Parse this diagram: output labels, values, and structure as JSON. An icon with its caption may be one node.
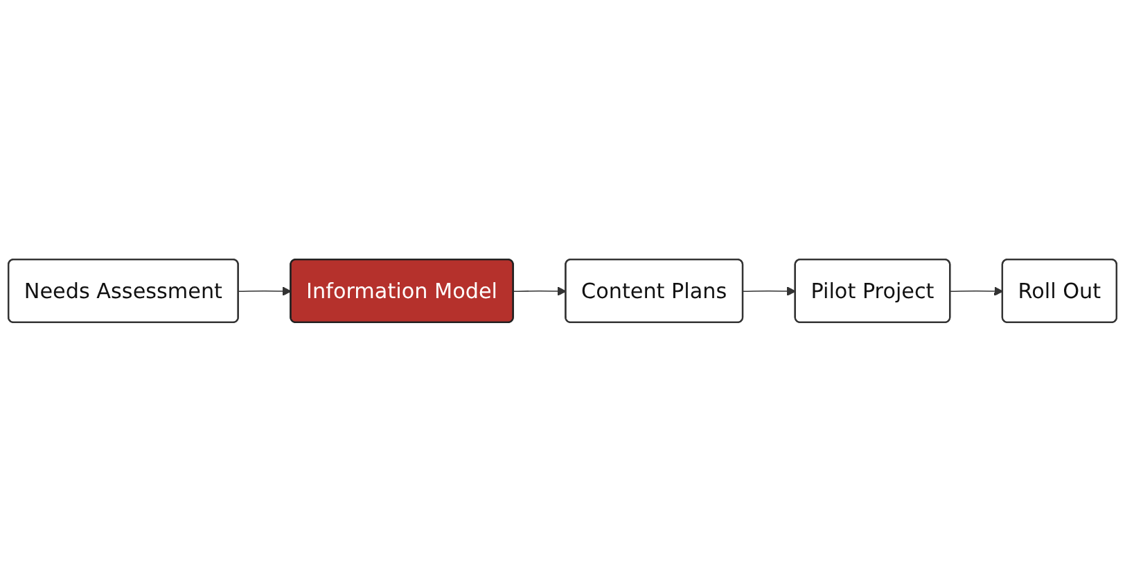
{
  "diagram": {
    "nodes": [
      {
        "text": [
          "Needs Assessment"
        ]
      },
      {
        "text": [
          "Information Model"
        ]
      },
      {
        "text": [
          "Content Plans"
        ]
      },
      {
        "text": [
          "Pilot Project"
        ]
      },
      {
        "text": [
          "Roll Out"
        ]
      }
    ],
    "edges": [
      {
        "from": 0,
        "to": 1,
        "arrow": "to"
      },
      {
        "from": 1,
        "to": 2,
        "arrow": "to"
      },
      {
        "from": 2,
        "to": 3,
        "arrow": "to"
      },
      {
        "from": 3,
        "to": 4,
        "arrow": "to"
      }
    ]
  }
}
